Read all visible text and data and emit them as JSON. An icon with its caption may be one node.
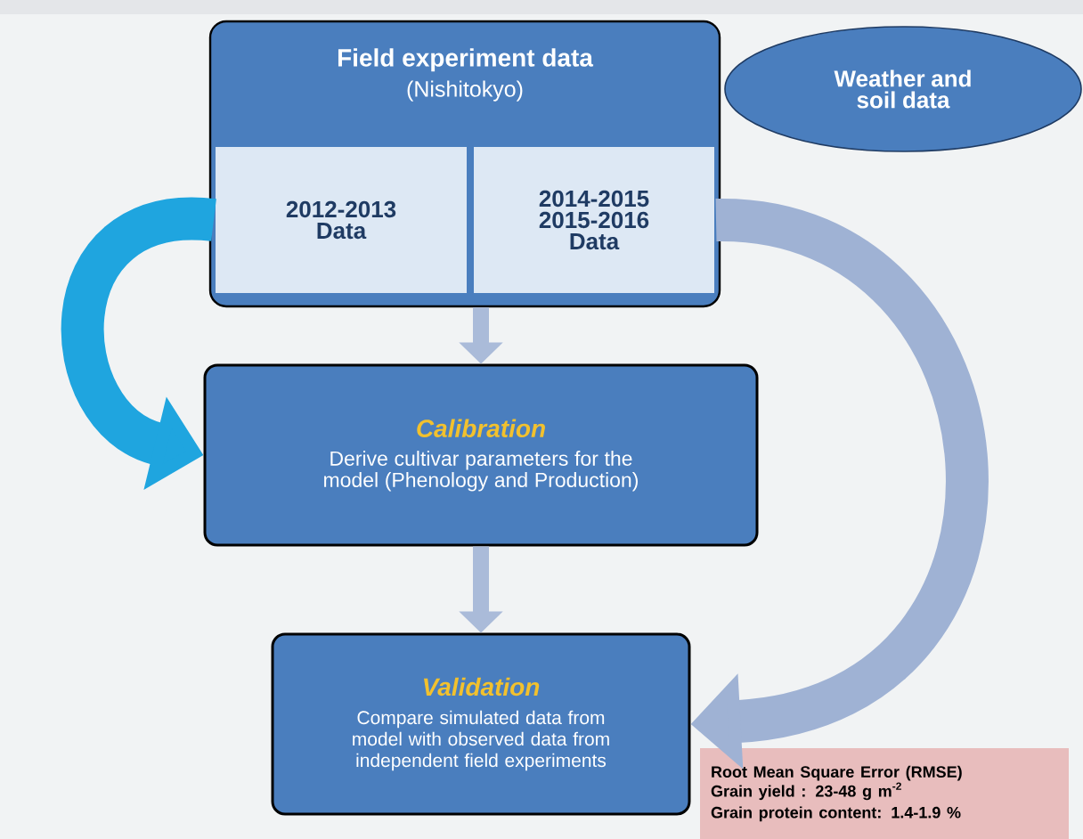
{
  "diagram": {
    "nodes": [
      {
        "text": [
          "Field experiment data",
          "(Nishitokyo)"
        ]
      },
      {
        "text": [
          "2012-2013 Data"
        ],
        "in": 0
      },
      {
        "text": [
          "2014-2015 2015-2016 Data"
        ],
        "in": 0
      },
      {
        "text": [
          "Weather and soil data"
        ]
      },
      {
        "text": [
          "Calibration",
          "Derive cultivar parameters for the model (Phenology and Production)"
        ]
      },
      {
        "text": [
          "Validation",
          "Compare simulated data from model with observed data from independent field experiments"
        ]
      },
      {
        "text": [
          "Root Mean Square Error (RMSE)",
          "Grain yield  :  23-48 g m$^{-2}$",
          "Grain protein content: 1.4-1.9 %"
        ]
      }
    ],
    "edges": [
      {
        "from": 0,
        "to": 4,
        "arrow": "to"
      },
      {
        "from": 4,
        "to": 5,
        "arrow": "to"
      },
      {
        "from": 1,
        "to": 4,
        "arrow": "to",
        "style": "thick",
        "color": "#1fa5df"
      },
      {
        "from": 2,
        "to": 5,
        "arrow": "to",
        "style": "thick",
        "color": "#9fb2d4"
      }
    ]
  }
}
